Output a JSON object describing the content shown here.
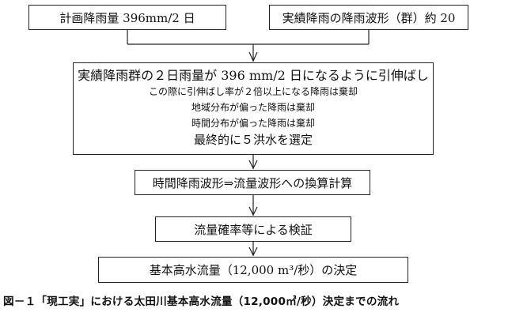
{
  "nodes": {
    "plan_rainfall": "計画降雨量 396mm/2 日",
    "actual_waveform": "実績降雨の降雨波形（群）約 20",
    "stretch": {
      "main": "実績降雨群の２日雨量が 396 mm/2 日になるように引伸ばし",
      "condition_1": "この際に引伸ばし率が２倍以上になる降雨は棄却",
      "condition_2": "地域分布が偏った降雨は棄却",
      "condition_3": "時間分布が偏った降雨は棄却",
      "final": "最終的に５洪水を選定"
    },
    "conversion": "時間降雨波形⇒流量波形への換算計算",
    "verification": "流量確率等による検証",
    "decision": "基本高水流量（12,000 m³/秒）の決定"
  },
  "caption": "図－１「現工実」における太田川基本高水流量（12,000㎥/秒）決定までの流れ"
}
